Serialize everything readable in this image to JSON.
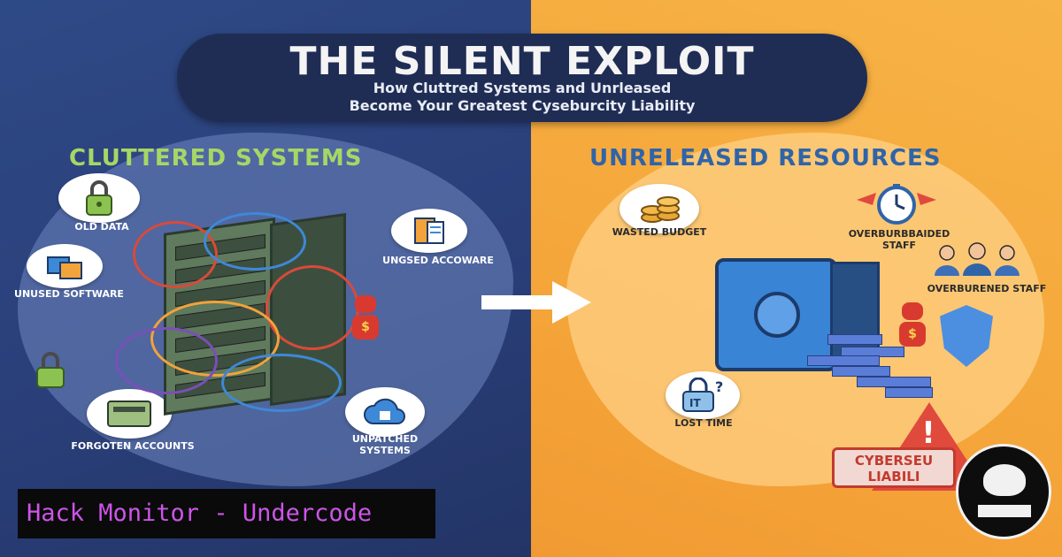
{
  "header": {
    "title": "THE SILENT EXPLOIT",
    "subtitle_line1": "How Cluttred Systems and Unrleased",
    "subtitle_line2": "Become Your Greatest Cyseburcity Liability"
  },
  "left_panel": {
    "heading": "CLUTTERED SYSTEMS",
    "labels": {
      "old_data": "OLD DATA",
      "unused_software": "UNUSED SOFTWARE",
      "ungsed_accoware": "UNGSED ACCOWARE",
      "forgoten_accounts": "FORGOTEN ACCOUNTS",
      "unpatched_line1": "UNPATCHED",
      "unpatched_line2": "SYSTEMS"
    }
  },
  "right_panel": {
    "heading": "UNRELEASED RESOURCES",
    "labels": {
      "wasted_budget": "WASTED BUDGET",
      "overburb_line1": "OVERBURBBAIDED",
      "overburb_line2": "STAFF",
      "overburened_staff": "OVERBURENED STAFF",
      "lost_time": "LOST TIME"
    },
    "warning_line1": "CYBERSEU",
    "warning_line2": "LIABILI"
  },
  "branding": {
    "text": "Hack Monitor - Undercode"
  },
  "colors": {
    "left_bg": "#2e4a86",
    "right_bg": "#f5a63a",
    "left_heading": "#a6d765",
    "right_heading": "#2f64a8",
    "brand_text": "#cc55e8"
  },
  "icons": {
    "old_data": "padlock-icon",
    "unused_software": "software-box-icon",
    "ungsed_accoware": "document-icon",
    "forgoten_accounts": "hard-drive-icon",
    "unpatched": "cloud-lock-icon",
    "wasted_budget": "coins-icon",
    "overburb": "stopwatch-icon",
    "overburened": "people-icon",
    "lost_time": "padlock-it-icon"
  }
}
